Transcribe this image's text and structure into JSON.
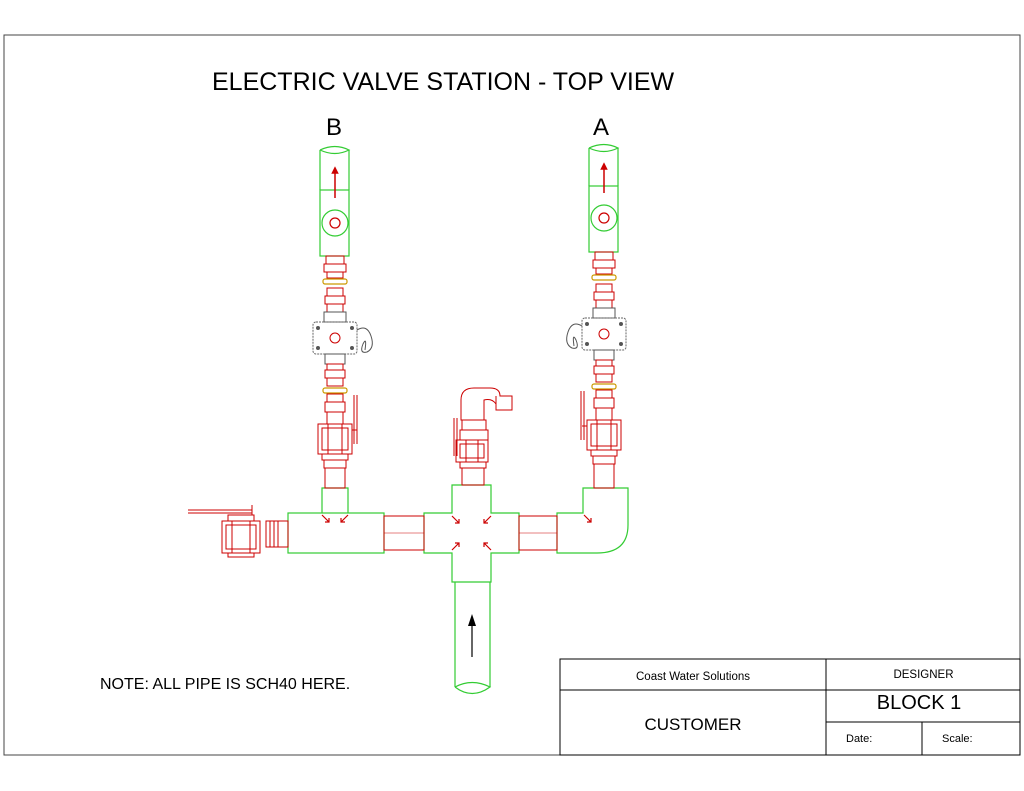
{
  "drawing": {
    "title": "ELECTRIC VALVE STATION - TOP VIEW",
    "outlet_b_label": "B",
    "outlet_a_label": "A",
    "note": "NOTE: ALL PIPE IS SCH40 HERE."
  },
  "title_block": {
    "company": "Coast Water Solutions",
    "customer": "CUSTOMER",
    "designer": "DESIGNER",
    "block": "BLOCK 1",
    "date_label": "Date:",
    "scale_label": "Scale:"
  },
  "colors": {
    "pipe": "#33cc33",
    "fitting": "#cc0000",
    "flow_arrow": "#cc0000",
    "brass": "#cc9900",
    "line": "#000000",
    "wire": "#555555"
  },
  "icons": {
    "flow_arrow": "flow-arrow-icon",
    "solenoid_valve": "solenoid-valve-icon",
    "ball_valve": "ball-valve-icon"
  }
}
